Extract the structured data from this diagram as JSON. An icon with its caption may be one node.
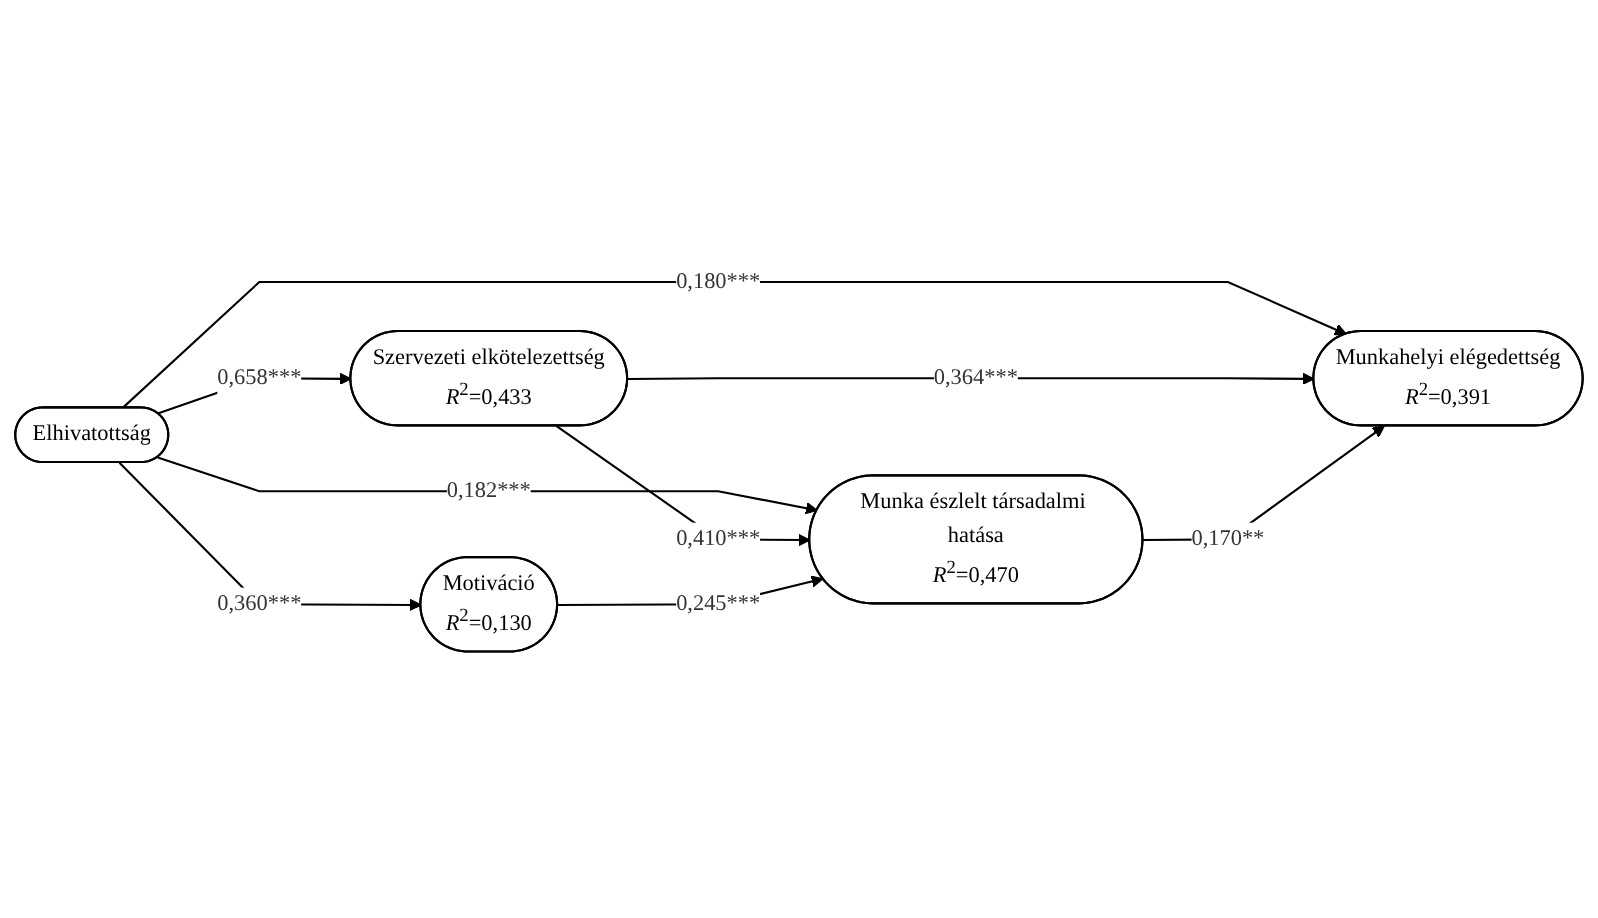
{
  "diagram": {
    "nodes": [
      {
        "text": [
          "Elhivatottság"
        ]
      },
      {
        "text": [
          "Szervezeti elkötelezettség",
          "*R*$^{2}$=0,433"
        ]
      },
      {
        "text": [
          "Munkahelyi elégedettség",
          "*R*$^{2}$=0,391"
        ]
      },
      {
        "text": [
          "Motiváció",
          "*R*$^{2}$=0,130"
        ]
      },
      {
        "text": [
          "Munka észlelt társadalmi hatása",
          "*R*$^{2}$=0,470"
        ]
      }
    ],
    "edges": [
      {
        "from": 0,
        "to": 1,
        "arrow": "to",
        "label": "0,658***"
      },
      {
        "from": 0,
        "to": 2,
        "arrow": "to",
        "label": "0,180***"
      },
      {
        "from": 0,
        "to": 3,
        "arrow": "to",
        "label": "0,360***"
      },
      {
        "from": 0,
        "to": 4,
        "arrow": "to",
        "label": "0,182***"
      },
      {
        "from": 1,
        "to": 2,
        "arrow": "to",
        "label": "0,364***"
      },
      {
        "from": 1,
        "to": 4,
        "arrow": "to",
        "label": "0,410***"
      },
      {
        "from": 3,
        "to": 4,
        "arrow": "to",
        "label": "0,245***"
      },
      {
        "from": 4,
        "to": 2,
        "arrow": "to",
        "label": "0,170**"
      }
    ]
  }
}
